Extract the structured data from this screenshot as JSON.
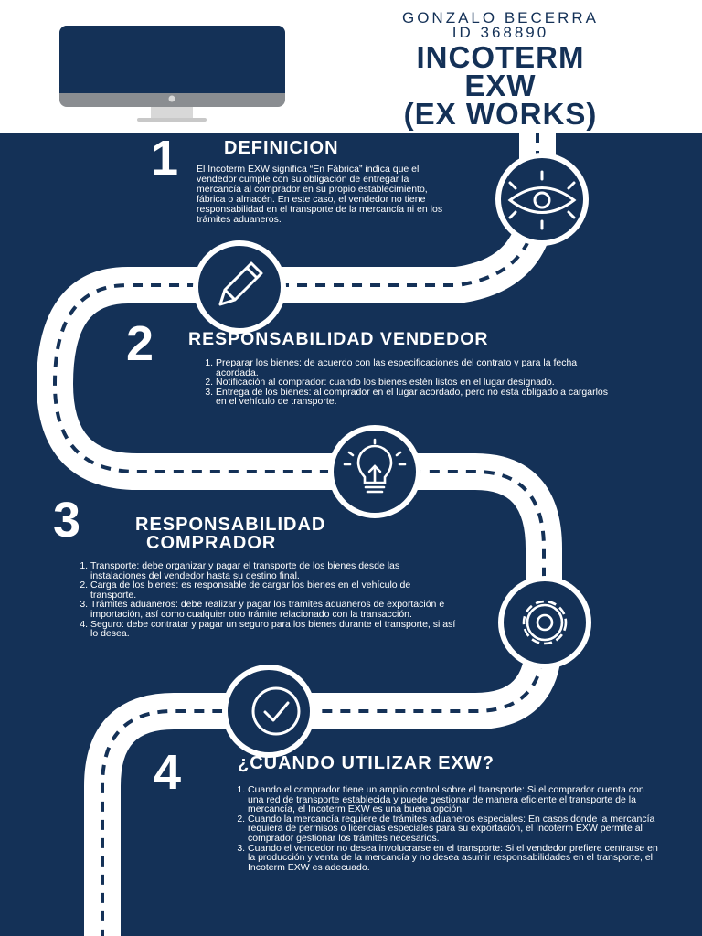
{
  "author": {
    "name": "GONZALO BECERRA",
    "id": "ID 368890"
  },
  "title": {
    "line1": "INCOTERM",
    "line2": "EXW",
    "line3": "(EX WORKS)"
  },
  "icons": {
    "monitor": "desktop-monitor-icon",
    "eye": "eye-icon",
    "pencil": "pencil-icon",
    "bulb": "lightbulb-icon",
    "gear": "gear-icon",
    "check": "checkmark-icon"
  },
  "colors": {
    "navy": "#143157",
    "white": "#ffffff",
    "road_dash": "#143157"
  },
  "sections": [
    {
      "number": "1",
      "heading": "DEFINICION",
      "text": "El Incoterm EXW significa “En Fábrica” indica que el vendedor cumple con su obligación de entregar la mercancía al comprador en su propio establecimiento, fábrica o almacén. En este caso, el vendedor no tiene responsabilidad en el transporte de la mercancía ni en los trámites aduaneros."
    },
    {
      "number": "2",
      "heading": "RESPONSABILIDAD  VENDEDOR",
      "items": [
        "Preparar los bienes: de acuerdo con las especificaciones del contrato y  para  la fecha acordada.",
        "Notificación al comprador:  cuando los bienes estén listos en el lugar designado.",
        "Entrega de los bienes: al comprador en el lugar acordado, pero no está obligado a cargarlos en el vehículo de transporte."
      ]
    },
    {
      "number": "3",
      "heading_line1": "RESPONSABILIDAD",
      "heading_line2": "COMPRADOR",
      "items": [
        "Transporte: debe organizar y pagar el transporte de los bienes desde las instalaciones del vendedor hasta su destino final.",
        "Carga de los bienes: es responsable de cargar los bienes en el vehículo de transporte.",
        "Trámites aduaneros: debe realizar y  pagar los tramites aduaneros de exportación e importación, así como cualquier otro trámite relacionado con la transacción.",
        "Seguro: debe contratar y pagar un seguro para los bienes durante el transporte, si así lo desea."
      ]
    },
    {
      "number": "4",
      "heading": "¿CUÁNDO UTILIZAR EXW?",
      "items": [
        "Cuando el comprador tiene un amplio control sobre el transporte: Si el comprador cuenta con una red de transporte establecida y puede gestionar de manera eficiente el transporte de la mercancía, el Incoterm EXW es una buena opción.",
        "Cuando la mercancía requiere de trámites aduaneros especiales: En casos donde la mercancía requiera de permisos o licencias especiales para su exportación, el Incoterm EXW permite al comprador gestionar los trámites necesarios.",
        "Cuando el vendedor no desea involucrarse en el transporte: Si el vendedor prefiere centrarse en la producción y venta de la mercancía y no desea asumir responsabilidades en el transporte, el Incoterm EXW es adecuado."
      ]
    }
  ]
}
